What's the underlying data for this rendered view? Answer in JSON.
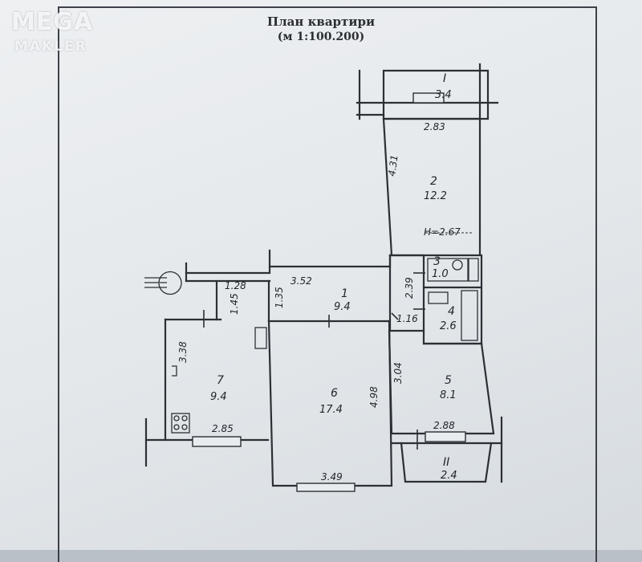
{
  "logo": {
    "line1": "MEGA",
    "line2": "MAKLER"
  },
  "title": {
    "line1": "План квартири",
    "line2": "(м 1:100.200)"
  },
  "ceiling": "H=2.67",
  "rooms": {
    "r1": {
      "num": "1",
      "area": "9.4"
    },
    "r2": {
      "num": "2",
      "area": "12.2"
    },
    "r3": {
      "num": "3",
      "area": "1.0"
    },
    "r4": {
      "num": "4",
      "area": "2.6"
    },
    "r5": {
      "num": "5",
      "area": "8.1"
    },
    "r6": {
      "num": "6",
      "area": "17.4"
    },
    "r7": {
      "num": "7",
      "area": "9.4"
    },
    "b1": {
      "num": "I",
      "area": "3.4"
    },
    "b2": {
      "num": "II",
      "area": "2.4"
    }
  },
  "dims": {
    "d283": "2.83",
    "d431": "4.31",
    "d352": "3.52",
    "d128": "1.28",
    "d145": "1.45",
    "d135": "1.35",
    "d239": "2.39",
    "d116": "1.16",
    "d338": "3.38",
    "d498": "4.98",
    "d304": "3.04",
    "d285": "2.85",
    "d288": "2.88",
    "d349": "3.49"
  }
}
